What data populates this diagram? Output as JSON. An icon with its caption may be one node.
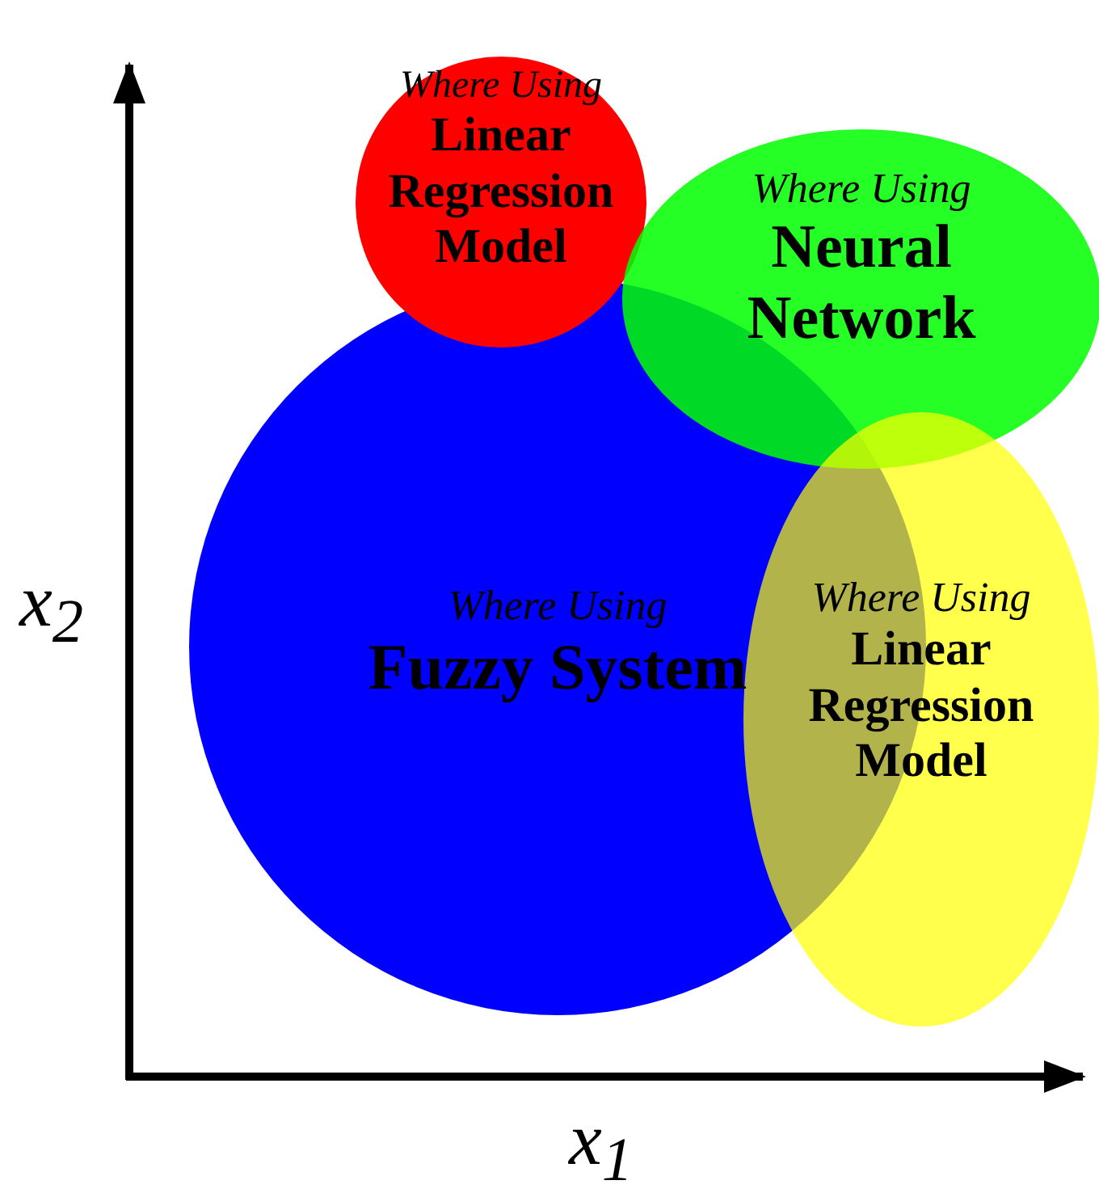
{
  "diagram": {
    "nodes": [
      {
        "text": [
          "Where Using",
          "Linear Regression Model"
        ]
      },
      {
        "text": [
          "Where Using",
          "Neural Network"
        ]
      },
      {
        "text": [
          "Where Using",
          "Fuzzy System"
        ]
      },
      {
        "text": [
          "Where Using",
          "Linear Regression Model"
        ]
      }
    ],
    "labels": [
      "x$_{2}$",
      "x$_{1}$"
    ]
  }
}
